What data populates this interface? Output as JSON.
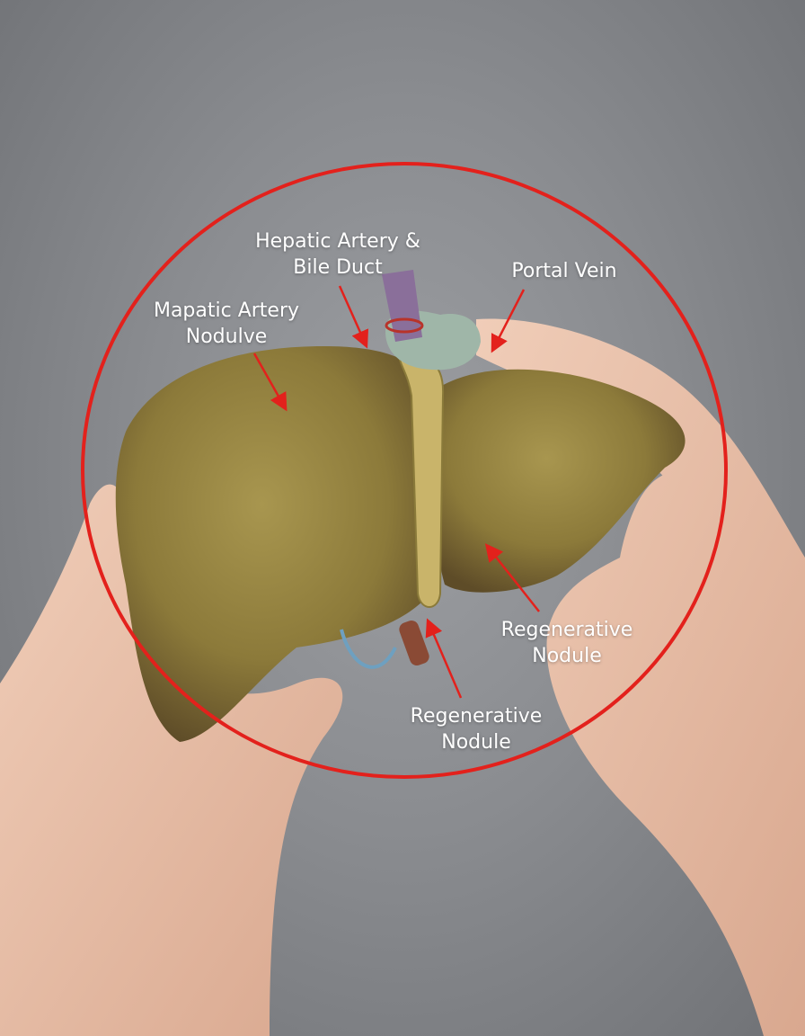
{
  "annotations": {
    "hepatic_artery": {
      "line1": "Hepatic Artery &",
      "line2": "Bile Duct"
    },
    "portal_vein": {
      "line1": "Portal Vein"
    },
    "mapatic_artery": {
      "line1": "Mapatic Artery",
      "line2": "Nodulve"
    },
    "regenerative_right": {
      "line1": "Regenerative",
      "line2": "Nodule"
    },
    "regenerative_bottom": {
      "line1": "Regenerative",
      "line2": "Nodule"
    }
  },
  "colors": {
    "annotation_red": "#e3211c",
    "liver": "#8f7f3e",
    "skin": "#e8c1ab",
    "background": "#8a8c90"
  }
}
